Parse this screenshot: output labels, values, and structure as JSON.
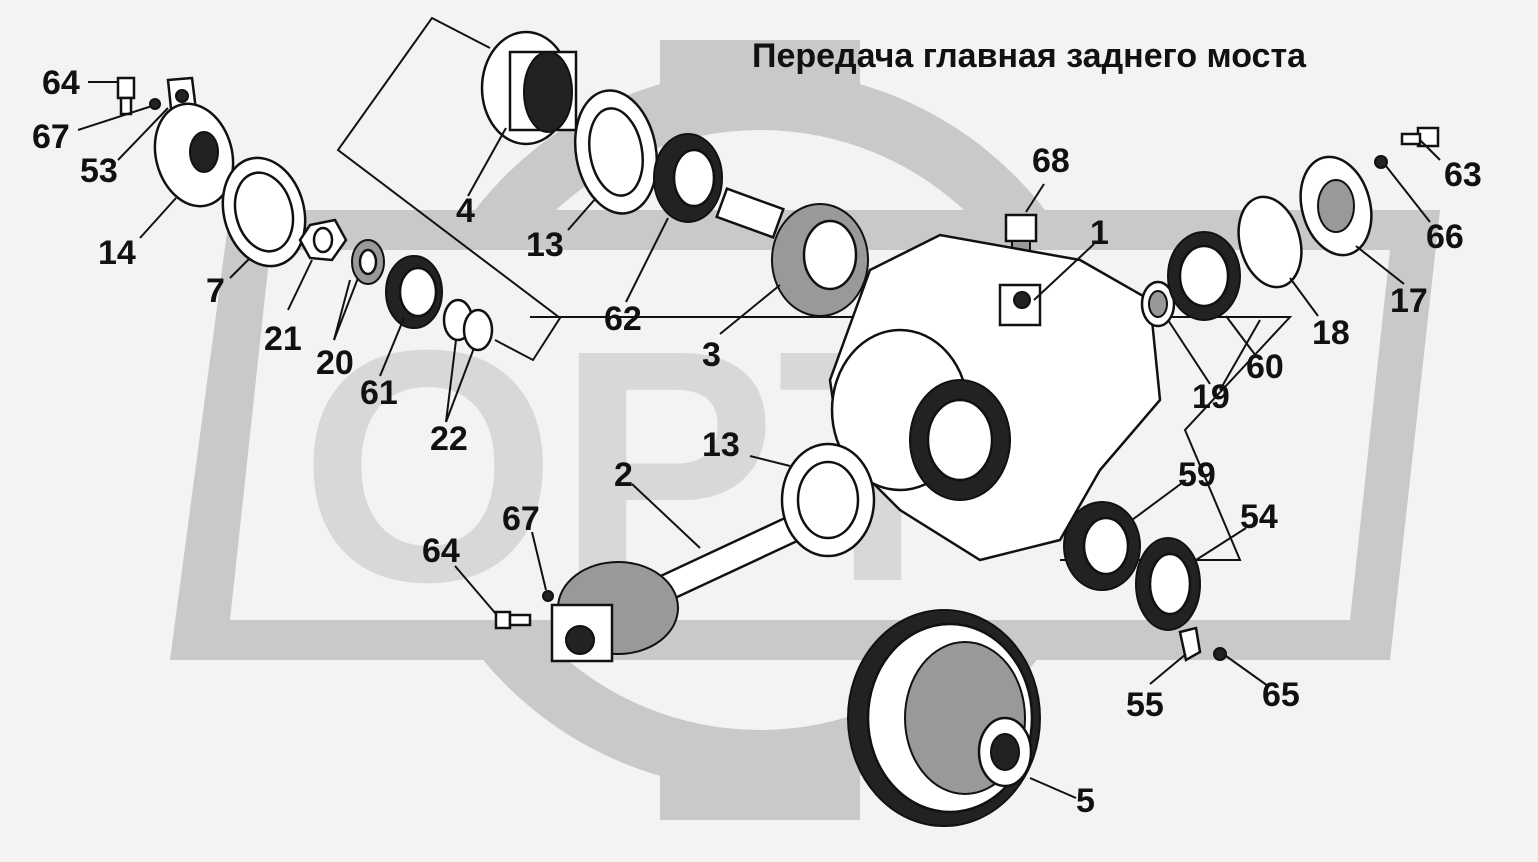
{
  "title": "Передача главная заднего моста",
  "watermark_text": "OPT",
  "callouts": {
    "c1": "1",
    "c2": "2",
    "c3": "3",
    "c4": "4",
    "c5": "5",
    "c7": "7",
    "c13a": "13",
    "c13b": "13",
    "c14": "14",
    "c17": "17",
    "c18": "18",
    "c19": "19",
    "c20": "20",
    "c21": "21",
    "c22": "22",
    "c53": "53",
    "c54": "54",
    "c55": "55",
    "c59": "59",
    "c60": "60",
    "c61": "61",
    "c62": "62",
    "c63": "63",
    "c64a": "64",
    "c64b": "64",
    "c65": "65",
    "c66": "66",
    "c67a": "67",
    "c67b": "67",
    "c68": "68"
  }
}
